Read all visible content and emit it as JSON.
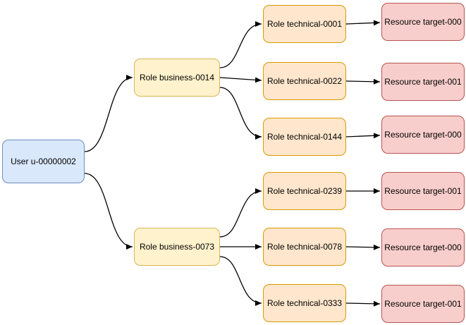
{
  "diagram": {
    "kind": "access-graph-flowchart",
    "user": {
      "label": "User u-00000002"
    },
    "business_roles": [
      {
        "label": "Role business-0014"
      },
      {
        "label": "Role business-0073"
      }
    ],
    "technical_roles": [
      {
        "label": "Role technical-0001"
      },
      {
        "label": "Role technical-0022"
      },
      {
        "label": "Role technical-0144"
      },
      {
        "label": "Role technical-0239"
      },
      {
        "label": "Role technical-0078"
      },
      {
        "label": "Role technical-0333"
      }
    ],
    "resources": [
      {
        "label": "Resource target-000"
      },
      {
        "label": "Resource target-001"
      },
      {
        "label": "Resource target-000"
      },
      {
        "label": "Resource target-001"
      },
      {
        "label": "Resource target-000"
      },
      {
        "label": "Resource target-001"
      }
    ],
    "colors": {
      "user_fill": "#dae8fc",
      "user_stroke": "#6c8ebf",
      "business_fill": "#fff2cc",
      "business_stroke": "#d6b656",
      "technical_fill": "#ffe6cc",
      "technical_stroke": "#d79b00",
      "resource_fill": "#f8cecc",
      "resource_stroke": "#b85450",
      "edge_stroke": "#000000",
      "background": "#ffffff"
    }
  }
}
